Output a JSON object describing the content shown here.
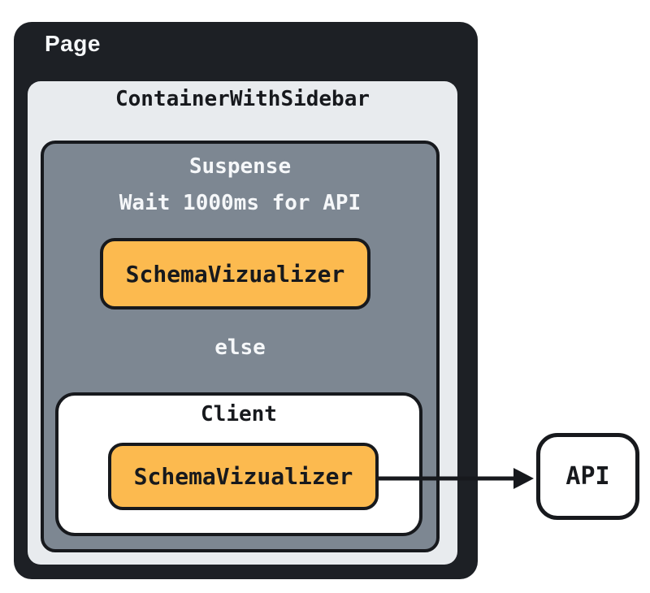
{
  "colors": {
    "canvas_bg": "#ffffff",
    "page_bg": "#1d2025",
    "container_bg": "#e8ebee",
    "suspense_bg": "#7d8792",
    "client_bg": "#ffffff",
    "highlight_bg": "#fcba4f",
    "border": "#17191d",
    "text_light": "#f5f7f9",
    "text_dark": "#17191d"
  },
  "nodes": {
    "page": {
      "label": "Page"
    },
    "container": {
      "label": "ContainerWithSidebar"
    },
    "suspense": {
      "label": "Suspense",
      "note": "Wait 1000ms for API"
    },
    "suspense_child": {
      "label": "SchemaVizualizer"
    },
    "else_branch": {
      "label": "else"
    },
    "client": {
      "label": "Client"
    },
    "client_child": {
      "label": "SchemaVizualizer"
    },
    "api": {
      "label": "API"
    }
  },
  "arrow": {
    "from": "client_child",
    "to": "api"
  }
}
